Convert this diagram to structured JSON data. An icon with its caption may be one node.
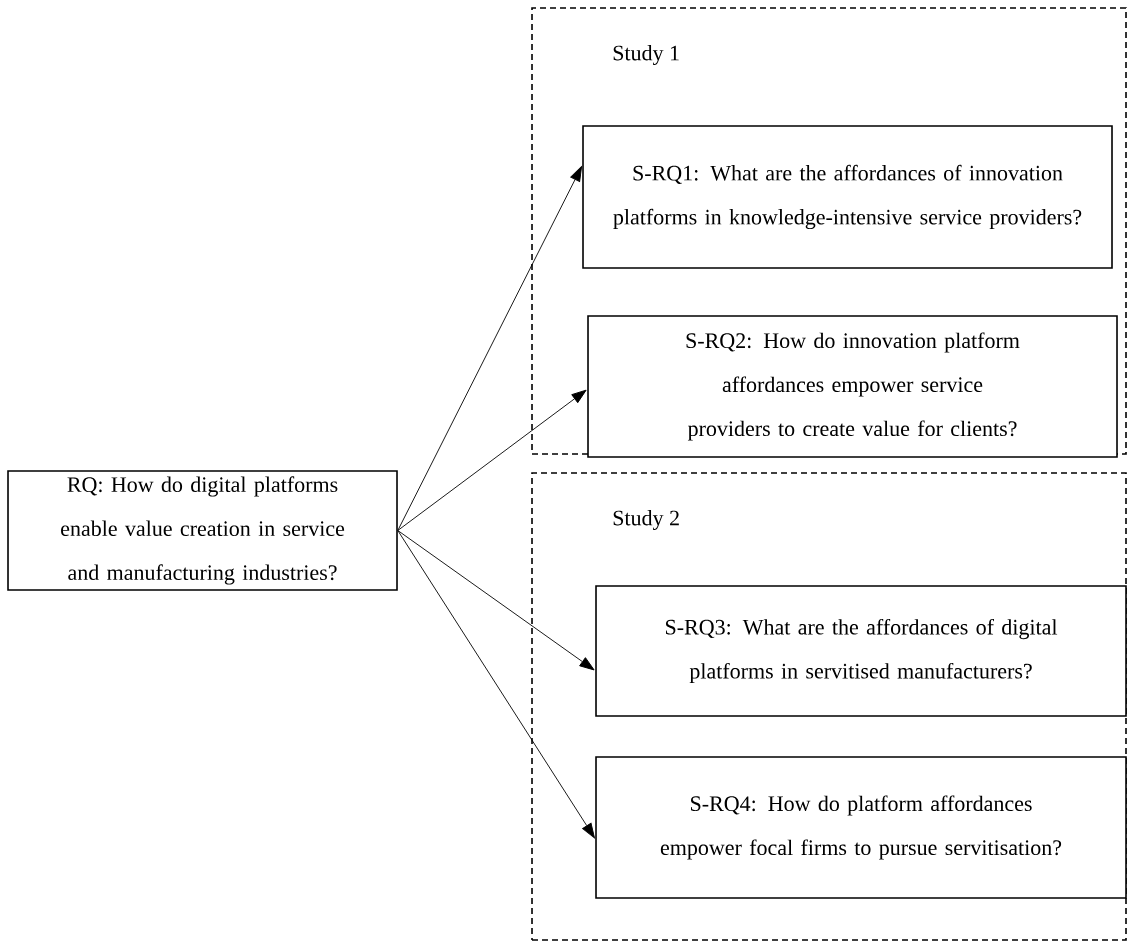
{
  "diagram": {
    "nodes": [
      {
        "text": [
          "RQ: How do digital platforms enable value creation in service and manufacturing industries?"
        ]
      },
      {
        "text": [
          "Study 1"
        ]
      },
      {
        "text": [
          "S-RQ1: What are the affordances of innovation platforms in knowledge-intensive service providers?"
        ],
        "in": 1
      },
      {
        "text": [
          "S-RQ2: How do innovation platform affordances empower service providers to create value for clients?"
        ],
        "in": 1
      },
      {
        "text": [
          "Study 2"
        ]
      },
      {
        "text": [
          "S-RQ3: What are the affordances of digital platforms in servitised manufacturers?"
        ],
        "in": 4
      },
      {
        "text": [
          "S-RQ4: How do platform affordances empower focal firms to pursue servitisation?"
        ],
        "in": 4
      }
    ],
    "edges": [
      {
        "from": 0,
        "to": 2,
        "arrow": "to"
      },
      {
        "from": 0,
        "to": 3,
        "arrow": "to"
      },
      {
        "from": 0,
        "to": 5,
        "arrow": "to"
      },
      {
        "from": 0,
        "to": 6,
        "arrow": "to"
      }
    ]
  }
}
